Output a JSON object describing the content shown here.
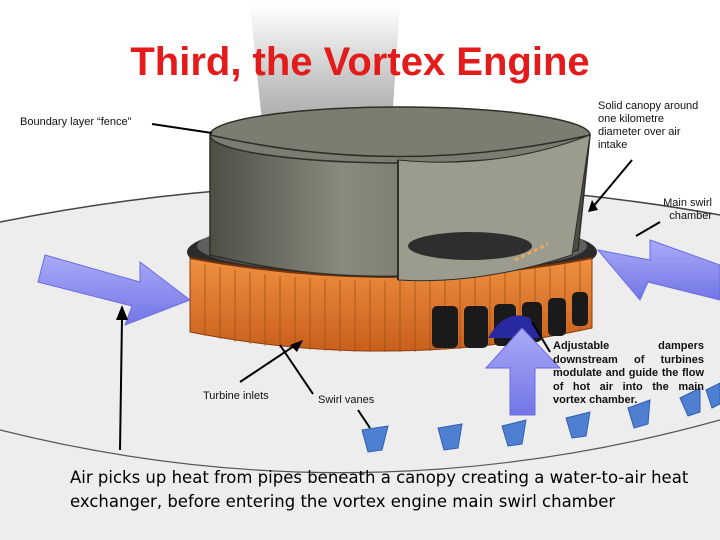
{
  "title": "Third, the Vortex Engine",
  "labels": {
    "fence": "Boundary layer “fence”",
    "canopy": "Solid canopy around one kilometre diameter over air intake",
    "swirl_chamber": "Main swirl chamber",
    "turbine_inlets": "Turbine inlets",
    "swirl_vanes": "Swirl vanes",
    "dampers": "Adjustable dampers downstream of turbines modulate and guide the flow of hot air into the main vortex chamber."
  },
  "caption": "Air picks up heat from pipes beneath a canopy creating a water-to-air heat exchanger, before entering the vortex engine main swirl chamber",
  "colors": {
    "title": "#e31b1b",
    "cylinder": "#6e6e63",
    "ring": "#e07a2e",
    "arrows": "#8a8cf0",
    "vanes": "#4f7fd1"
  }
}
